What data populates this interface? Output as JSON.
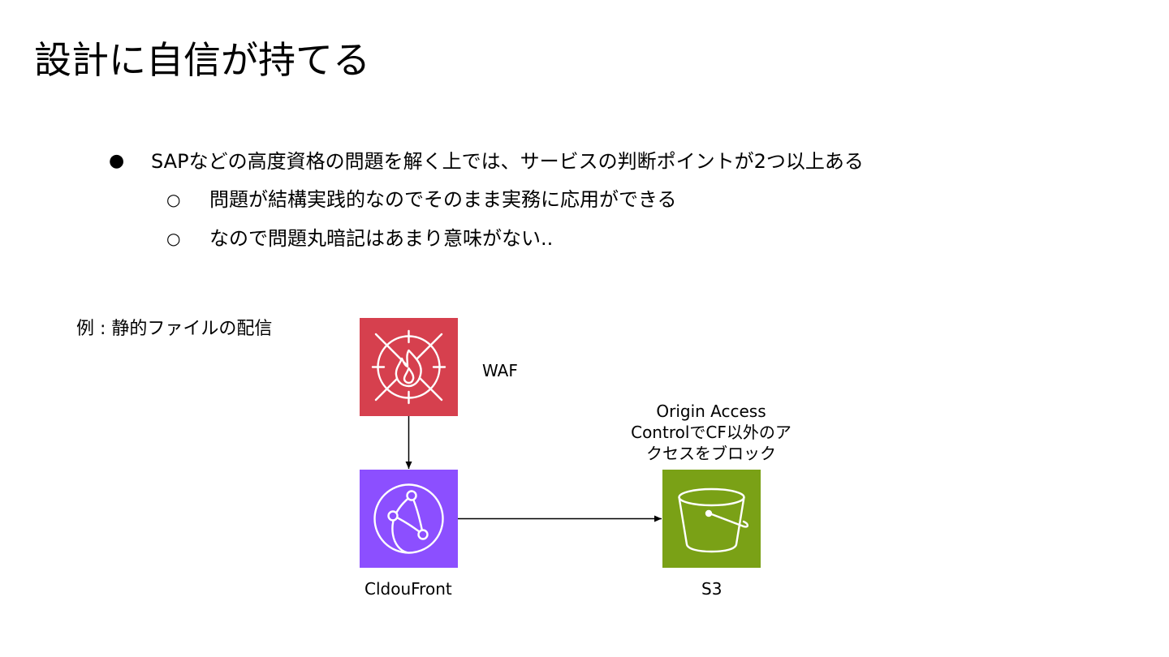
{
  "slide": {
    "title": "設計に自信が持てる",
    "bullets": [
      {
        "marker": "●",
        "text": "SAPなどの高度資格の問題を解く上では、サービスの判断ポイントが2つ以上ある"
      },
      {
        "marker": "○",
        "text": "問題が結構実践的なのでそのまま実務に応用ができる"
      },
      {
        "marker": "○",
        "text": "なので問題丸暗記はあまり意味がない.."
      }
    ],
    "example_label": "例 : 静的ファイルの配信"
  },
  "diagram": {
    "nodes": {
      "waf": {
        "label": "WAF",
        "color": "#D6404E",
        "icon": "waf-firewall-icon"
      },
      "cloudfront": {
        "label": "CldouFront",
        "color": "#8C4FFF",
        "icon": "cloudfront-globe-icon"
      },
      "s3": {
        "label": "S3",
        "color": "#7AA116",
        "icon": "s3-bucket-icon"
      }
    },
    "annotation": "Origin Access ControlでCF以外のアクセスをブロック",
    "edges": [
      {
        "from": "waf",
        "to": "cloudfront"
      },
      {
        "from": "cloudfront",
        "to": "s3"
      }
    ]
  }
}
